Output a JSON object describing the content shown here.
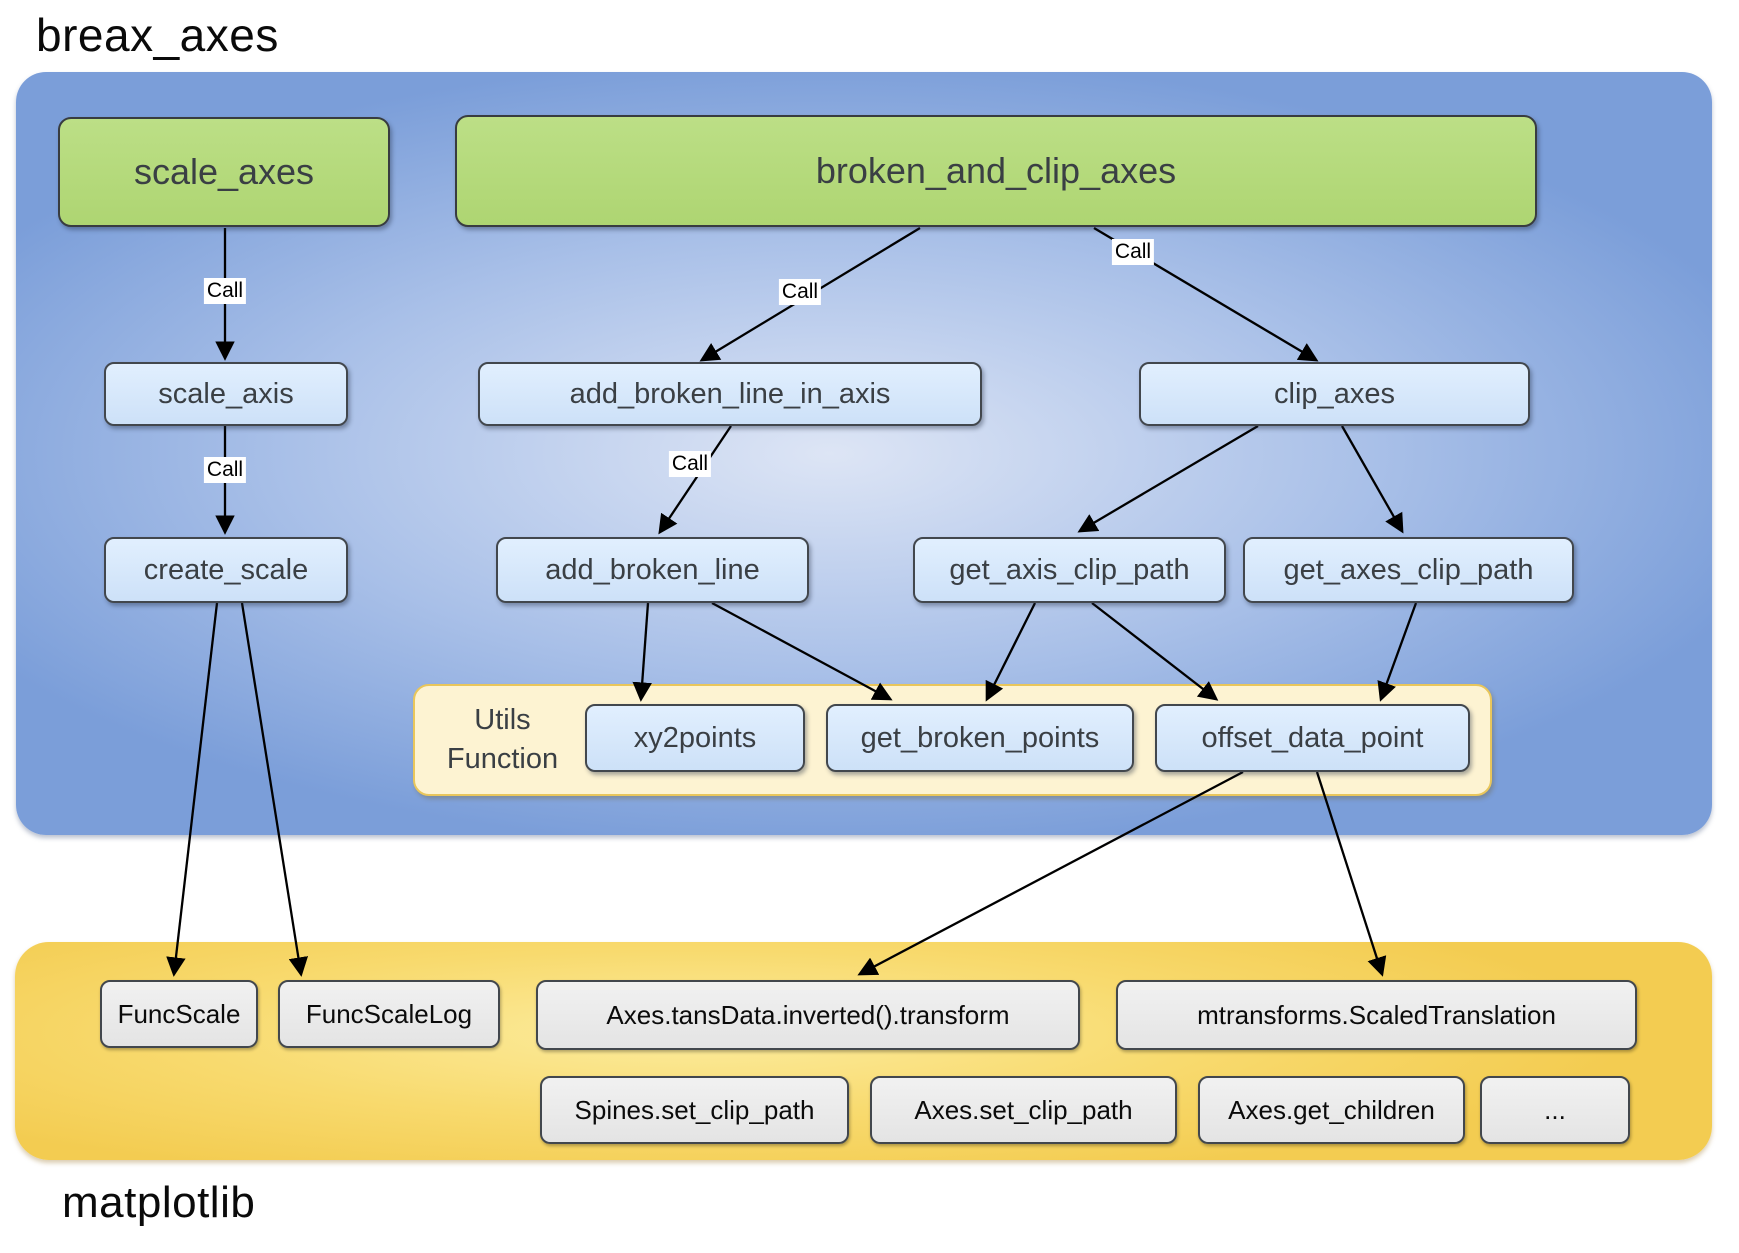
{
  "title": "breax_axes",
  "matplotlib_label": "matplotlib",
  "call_label": "Call",
  "breax_axes_module": {
    "entry_points": {
      "scale_axes": "scale_axes",
      "broken_and_clip_axes": "broken_and_clip_axes"
    },
    "functions": {
      "scale_axis": "scale_axis",
      "add_broken_line_in_axis": "add_broken_line_in_axis",
      "clip_axes": "clip_axes",
      "create_scale": "create_scale",
      "add_broken_line": "add_broken_line",
      "get_axis_clip_path": "get_axis_clip_path",
      "get_axes_clip_path": "get_axes_clip_path"
    },
    "utils": {
      "label_line1": "Utils",
      "label_line2": "Function",
      "functions": {
        "xy2points": "xy2points",
        "get_broken_points": "get_broken_points",
        "offset_data_point": "offset_data_point"
      }
    }
  },
  "matplotlib_module": {
    "items": {
      "func_scale": "FuncScale",
      "func_scale_log": "FuncScaleLog",
      "trans_data": "Axes.tansData.inverted().transform",
      "scaled_translation": "mtransforms.ScaledTranslation",
      "spines_set_clip_path": "Spines.set_clip_path",
      "axes_set_clip_path": "Axes.set_clip_path",
      "axes_get_children": "Axes.get_children",
      "ellipsis": "..."
    }
  },
  "edges": [
    {
      "from": "scale_axes",
      "to": "scale_axis",
      "label": "Call"
    },
    {
      "from": "scale_axis",
      "to": "create_scale",
      "label": "Call"
    },
    {
      "from": "broken_and_clip_axes",
      "to": "add_broken_line_in_axis",
      "label": "Call"
    },
    {
      "from": "broken_and_clip_axes",
      "to": "clip_axes",
      "label": "Call"
    },
    {
      "from": "add_broken_line_in_axis",
      "to": "add_broken_line",
      "label": "Call"
    },
    {
      "from": "clip_axes",
      "to": "get_axis_clip_path",
      "label": ""
    },
    {
      "from": "clip_axes",
      "to": "get_axes_clip_path",
      "label": ""
    },
    {
      "from": "create_scale",
      "to": "FuncScale",
      "label": ""
    },
    {
      "from": "create_scale",
      "to": "FuncScaleLog",
      "label": ""
    },
    {
      "from": "add_broken_line",
      "to": "xy2points",
      "label": ""
    },
    {
      "from": "add_broken_line",
      "to": "get_broken_points",
      "label": ""
    },
    {
      "from": "get_axis_clip_path",
      "to": "get_broken_points",
      "label": ""
    },
    {
      "from": "get_axis_clip_path",
      "to": "offset_data_point",
      "label": ""
    },
    {
      "from": "get_axes_clip_path",
      "to": "offset_data_point",
      "label": ""
    },
    {
      "from": "offset_data_point",
      "to": "Axes.tansData.inverted().transform",
      "label": ""
    },
    {
      "from": "offset_data_point",
      "to": "mtransforms.ScaledTranslation",
      "label": ""
    }
  ]
}
